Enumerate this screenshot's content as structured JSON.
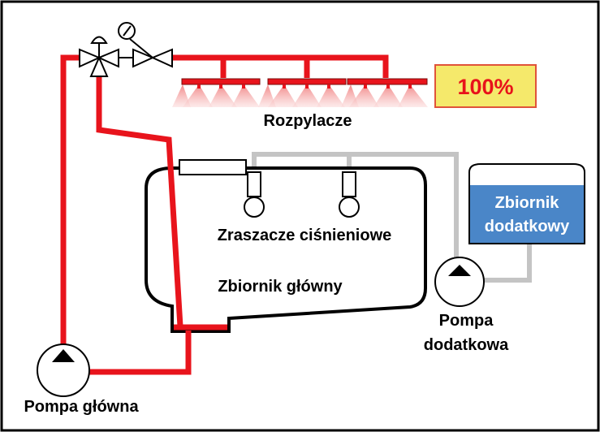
{
  "labels": {
    "sprayers": "Rozpylacze",
    "percent": "100%",
    "pressure_sprayers": "Zraszacze ciśnieniowe",
    "main_tank": "Zbiornik główny",
    "aux_tank_line1": "Zbiornik",
    "aux_tank_line2": "dodatkowy",
    "aux_pump_line1": "Pompa",
    "aux_pump_line2": "dodatkowa",
    "main_pump": "Pompa główna"
  },
  "colors": {
    "main_line": "#e8141c",
    "aux_line": "#c4c4c4",
    "percent_box_fill": "#f5e96b",
    "percent_box_stroke": "#e0533a",
    "percent_text": "#e8121a",
    "aux_tank_fill": "#4a86c8",
    "spray_fan": "#f7c9c9",
    "outline": "#000000"
  },
  "icons": [
    "three-way-valve-icon",
    "valve-actuator-icon",
    "pressure-gauge-icon",
    "two-way-valve-icon",
    "spray-nozzle-icon",
    "pump-icon"
  ]
}
